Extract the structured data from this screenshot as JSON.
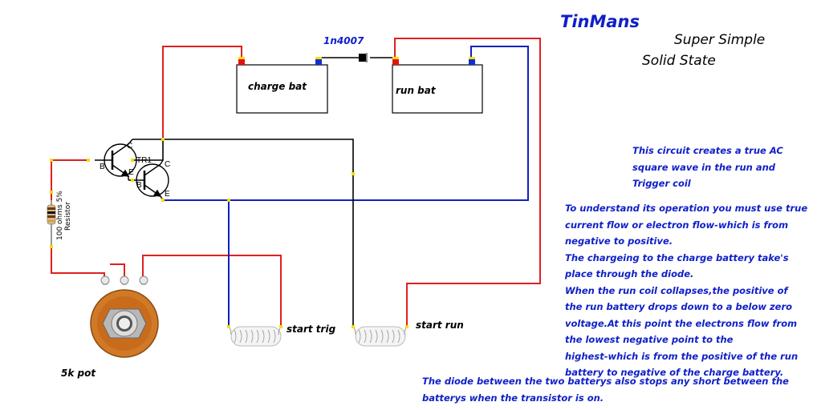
{
  "title": "TinMans",
  "subtitle_line1": "Super Simple",
  "subtitle_line2": "Solid State",
  "diode_label": "1n4007",
  "charge_battery_label": "charge bat",
  "run_battery_label": "run bat",
  "transistor_label": "TR1",
  "pin_c": "C",
  "pin_b": "B",
  "pin_e": "E",
  "resistor_label_line1": "100 ohms 5%",
  "resistor_label_line2": "Resistor",
  "pot_label": "5k pot",
  "trigger_coil_label": "start trig",
  "run_coil_label": "start run",
  "colors": {
    "positive_wire": "#e02020",
    "negative_wire": "#1020c0",
    "collector_wire": "#000000",
    "text_blue": "#1020c8",
    "junction": "#f0e000"
  },
  "description_intro": [
    "This circuit creates a true AC",
    "square wave in the run and",
    "Trigger coil"
  ],
  "description_body": [
    "To understand its operation you must use true",
    "current flow or electron flow-which is from",
    "negative to positive.",
    "The chargeing to the charge battery take's",
    "place through the diode.",
    "When the run coil collapses,the positive of",
    "the run battery drops down to a below zero",
    "voltage.At this point the electrons flow from",
    "the lowest negative point to the",
    "highest-which is from the positive of the run",
    "battery to negative of the charge battery."
  ],
  "description_footer": [
    "The diode between the two batterys also stops any short between the",
    "batterys when the transistor is on."
  ]
}
